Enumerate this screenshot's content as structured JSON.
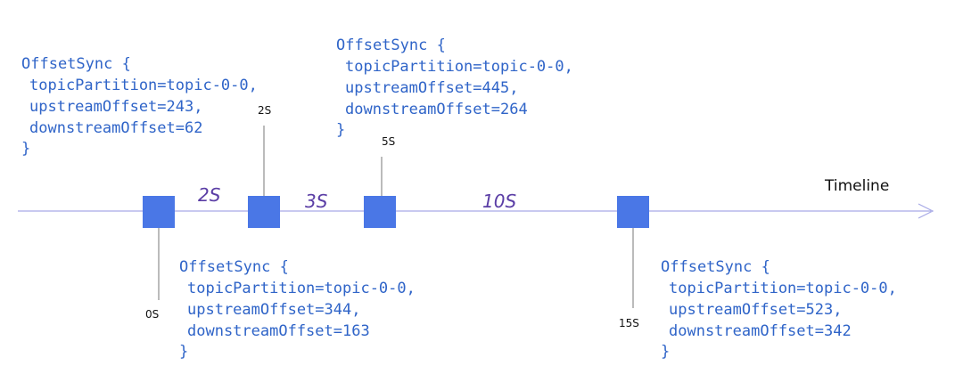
{
  "colors": {
    "axis": "#a7a9e6",
    "marker": "#4a77e6",
    "code": "#2f64c8",
    "interval": "#5a3da5",
    "connector": "#777777",
    "text": "#111111"
  },
  "timeline": {
    "label": "Timeline"
  },
  "intervals": [
    {
      "label": "2S"
    },
    {
      "label": "3S"
    },
    {
      "label": "10S"
    }
  ],
  "markers": [
    {
      "time_label": "0S"
    },
    {
      "time_label": "2S"
    },
    {
      "time_label": "5S"
    },
    {
      "time_label": "15S"
    }
  ],
  "syncs": [
    {
      "open": "OffsetSync {",
      "topic_line": "topicPartition=topic-0-0,",
      "upstream_line": "upstreamOffset=243,",
      "downstream_line": "downstreamOffset=62",
      "close": "}"
    },
    {
      "open": "OffsetSync {",
      "topic_line": "topicPartition=topic-0-0,",
      "upstream_line": "upstreamOffset=344,",
      "downstream_line": "downstreamOffset=163",
      "close": "}"
    },
    {
      "open": "OffsetSync {",
      "topic_line": "topicPartition=topic-0-0,",
      "upstream_line": "upstreamOffset=445,",
      "downstream_line": "downstreamOffset=264",
      "close": "}"
    },
    {
      "open": "OffsetSync {",
      "topic_line": "topicPartition=topic-0-0,",
      "upstream_line": "upstreamOffset=523,",
      "downstream_line": "downstreamOffset=342",
      "close": "}"
    }
  ]
}
